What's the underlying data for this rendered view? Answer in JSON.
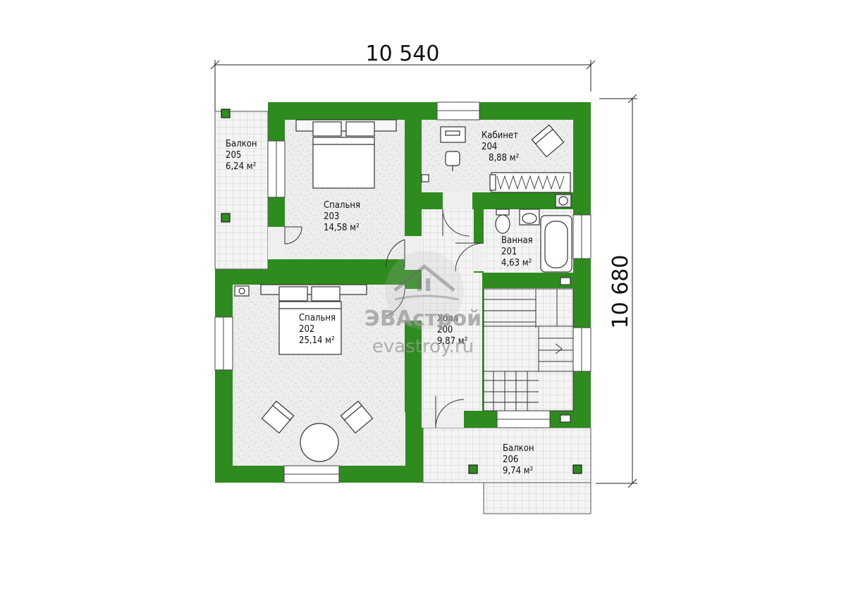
{
  "dimensions": {
    "width": "10 540",
    "height": "10 680"
  },
  "rooms": {
    "hall": {
      "name": "Холл",
      "number": "200",
      "area": "9,87 м²"
    },
    "bathroom": {
      "name": "Ванная",
      "number": "201",
      "area": "4,63 м²"
    },
    "bedroom_large": {
      "name": "Спальня",
      "number": "202",
      "area": "25,14 м²"
    },
    "bedroom_small": {
      "name": "Спальня",
      "number": "203",
      "area": "14,58 м²"
    },
    "study": {
      "name": "Кабинет",
      "number": "204",
      "area": "8,88 м²"
    },
    "balcony_left": {
      "name": "Балкон",
      "number": "205",
      "area": "6,24 м²"
    },
    "balcony_bottom": {
      "name": "Балкон",
      "number": "206",
      "area": "9,74 м²"
    }
  },
  "watermark": {
    "brand": "ЭВАстрой",
    "site": "evastroy.ru"
  },
  "colors": {
    "wall": "#2e8b1e",
    "floor": "#eeeeee",
    "tile_grid": "#c9c9c9",
    "line": "#1a1a1a"
  }
}
